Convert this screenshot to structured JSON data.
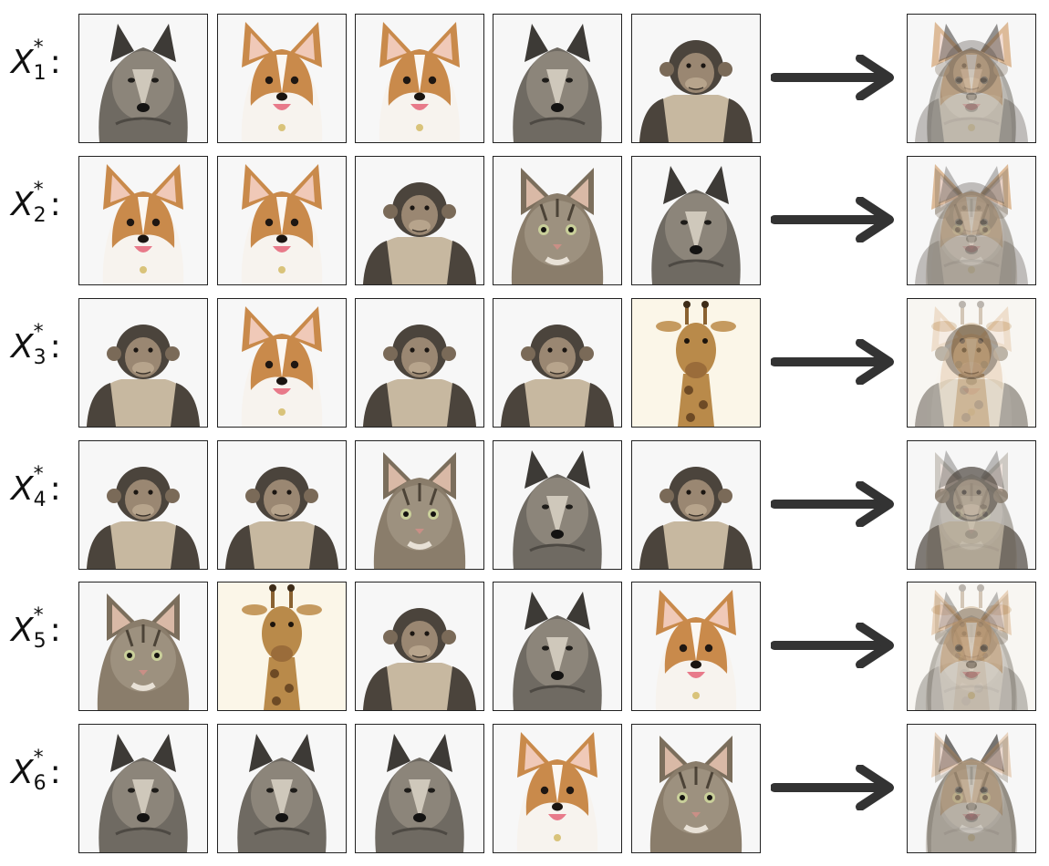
{
  "rows": [
    {
      "var": "X",
      "sub": "1",
      "sup": "*",
      "items": [
        "wolf",
        "corgi",
        "corgi",
        "wolf",
        "chimp"
      ],
      "blend": [
        "wolf",
        "corgi",
        "corgi",
        "wolf",
        "chimp"
      ]
    },
    {
      "var": "X",
      "sub": "2",
      "sup": "*",
      "items": [
        "corgi",
        "corgi",
        "chimp",
        "cat",
        "wolf"
      ],
      "blend": [
        "corgi",
        "corgi",
        "chimp",
        "cat",
        "wolf"
      ]
    },
    {
      "var": "X",
      "sub": "3",
      "sup": "*",
      "items": [
        "chimp",
        "corgi",
        "chimp",
        "chimp",
        "giraffe"
      ],
      "blend": [
        "chimp",
        "corgi",
        "chimp",
        "chimp",
        "giraffe"
      ]
    },
    {
      "var": "X",
      "sub": "4",
      "sup": "*",
      "items": [
        "chimp",
        "chimp",
        "cat",
        "wolf",
        "chimp"
      ],
      "blend": [
        "chimp",
        "chimp",
        "cat",
        "wolf",
        "chimp"
      ]
    },
    {
      "var": "X",
      "sub": "5",
      "sup": "*",
      "items": [
        "cat",
        "giraffe",
        "chimp",
        "wolf",
        "corgi"
      ],
      "blend": [
        "cat",
        "giraffe",
        "chimp",
        "wolf",
        "corgi"
      ]
    },
    {
      "var": "X",
      "sub": "6",
      "sup": "*",
      "items": [
        "wolf",
        "wolf",
        "wolf",
        "corgi",
        "cat"
      ],
      "blend": [
        "wolf",
        "wolf",
        "wolf",
        "corgi",
        "cat"
      ]
    }
  ],
  "colors": {
    "wolf": "#6f6a62",
    "corgi": "#c98a4b",
    "chimp": "#4b443c",
    "cat": "#8a7d6b",
    "giraffe": "#b98a4a",
    "arrow": "#333333",
    "border": "#222222"
  }
}
